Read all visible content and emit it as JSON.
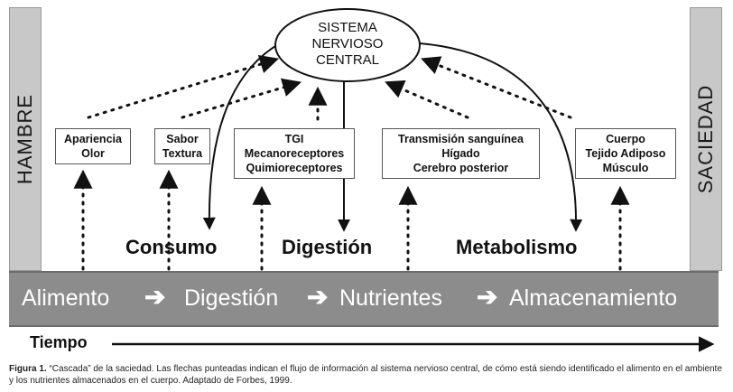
{
  "side": {
    "left": "HAMBRE",
    "right": "SACIEDAD"
  },
  "center": {
    "line1": "SISTEMA",
    "line2": "NERVIOSO",
    "line3": "CENTRAL"
  },
  "boxes": [
    {
      "line1": "Apariencia",
      "line2": "Olor"
    },
    {
      "line1": "Sabor",
      "line2": "Textura"
    },
    {
      "line1": "TGI",
      "line2": "Mecanoreceptores",
      "line3": "Quimioreceptores"
    },
    {
      "line1": "Transmisión sanguínea",
      "line2": "Hígado",
      "line3": "Cerebro posterior"
    },
    {
      "line1": "Cuerpo",
      "line2": "Tejido Adiposo",
      "line3": "Músculo"
    }
  ],
  "stages": {
    "consumo": "Consumo",
    "digestion": "Digestión",
    "metabolismo": "Metabolismo"
  },
  "flow": {
    "s1": "Alimento",
    "s2": "Digestión",
    "s3": "Nutrientes",
    "s4": "Almacenamiento",
    "arrow": "➔"
  },
  "time_label": "Tiempo",
  "caption": {
    "label": "Figura 1.",
    "text": " “Cascada” de la saciedad. Las flechas punteadas indican el flujo de información al sistema nervioso central, de cómo está siendo identificado el alimento en el ambiente y los nutrientes almacenados en el cuerpo. Adaptado de Forbes, 1999."
  }
}
